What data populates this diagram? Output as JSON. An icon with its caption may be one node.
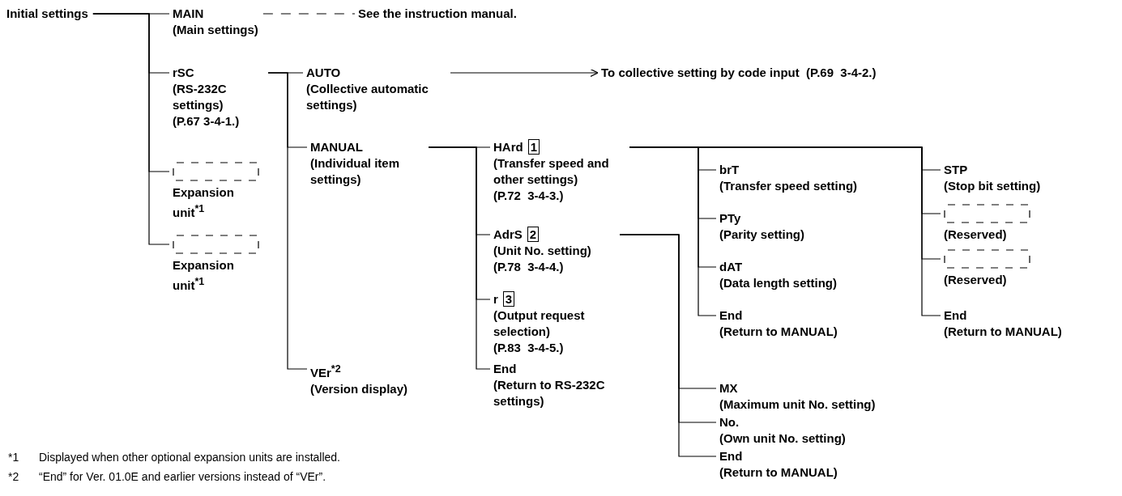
{
  "diagram": {
    "nodes": [
      {
        "text": [
          "Initial settings"
        ]
      },
      {
        "text": [
          "MAIN",
          "(Main settings)"
        ]
      },
      {
        "text": [
          "See the instruction manual."
        ]
      },
      {
        "text": [
          "rSC",
          "(RS-232C settings)",
          "(P.67 3-4-1.)"
        ]
      },
      {
        "text": [
          "Expansion unit$^{*1}$"
        ]
      },
      {
        "text": [
          "Expansion unit$^{*1}$"
        ]
      },
      {
        "text": [
          "AUTO",
          "(Collective automatic settings)"
        ]
      },
      {
        "text": [
          "To collective setting by code input  (P.69  3-4-2.)"
        ]
      },
      {
        "text": [
          "MANUAL",
          "(Individual item settings)"
        ]
      },
      {
        "text": [
          "VEr$^{*2}$",
          "(Version display)"
        ]
      },
      {
        "text": [
          "HArd",
          "1",
          "(Transfer speed and other settings)",
          "(P.72  3-4-3.)"
        ]
      },
      {
        "text": [
          "AdrS",
          "2",
          "(Unit No. setting)",
          "(P.78  3-4-4.)"
        ]
      },
      {
        "text": [
          "r",
          "3",
          "(Output request selection)",
          "(P.83  3-4-5.)"
        ]
      },
      {
        "text": [
          "End",
          "(Return to RS-232C settings)"
        ]
      },
      {
        "text": [
          "brT",
          "(Transfer speed setting)"
        ]
      },
      {
        "text": [
          "PTy",
          "(Parity setting)"
        ]
      },
      {
        "text": [
          "dAT",
          "(Data length setting)"
        ]
      },
      {
        "text": [
          "End",
          "(Return to MANUAL)"
        ]
      },
      {
        "text": [
          "STP",
          "(Stop bit setting)"
        ]
      },
      {
        "text": [
          "(Reserved)"
        ]
      },
      {
        "text": [
          "(Reserved)"
        ]
      },
      {
        "text": [
          "End",
          "(Return to MANUAL)"
        ]
      },
      {
        "text": [
          "MX",
          "(Maximum unit No. setting)"
        ]
      },
      {
        "text": [
          "No.",
          "(Own unit No. setting)"
        ]
      },
      {
        "text": [
          "End",
          "(Return to MANUAL)"
        ]
      }
    ],
    "edges": [
      {
        "from": 0,
        "to": 1,
        "arrow": "none"
      },
      {
        "from": 0,
        "to": 3,
        "arrow": "none"
      },
      {
        "from": 0,
        "to": 4,
        "arrow": "none"
      },
      {
        "from": 0,
        "to": 5,
        "arrow": "none"
      },
      {
        "from": 1,
        "to": 2,
        "arrow": "none",
        "style": "dashed"
      },
      {
        "from": 3,
        "to": 6,
        "arrow": "none"
      },
      {
        "from": 3,
        "to": 8,
        "arrow": "none"
      },
      {
        "from": 3,
        "to": 9,
        "arrow": "none"
      },
      {
        "from": 6,
        "to": 7,
        "arrow": "to"
      },
      {
        "from": 8,
        "to": 10,
        "arrow": "none"
      },
      {
        "from": 8,
        "to": 11,
        "arrow": "none"
      },
      {
        "from": 8,
        "to": 12,
        "arrow": "none"
      },
      {
        "from": 8,
        "to": 13,
        "arrow": "none"
      },
      {
        "from": 10,
        "to": 14,
        "arrow": "none"
      },
      {
        "from": 10,
        "to": 15,
        "arrow": "none"
      },
      {
        "from": 10,
        "to": 16,
        "arrow": "none"
      },
      {
        "from": 10,
        "to": 17,
        "arrow": "none"
      },
      {
        "from": 10,
        "to": 18,
        "arrow": "none"
      },
      {
        "from": 10,
        "to": 19,
        "arrow": "none"
      },
      {
        "from": 10,
        "to": 20,
        "arrow": "none"
      },
      {
        "from": 10,
        "to": 21,
        "arrow": "none"
      },
      {
        "from": 11,
        "to": 22,
        "arrow": "none"
      },
      {
        "from": 11,
        "to": 23,
        "arrow": "none"
      },
      {
        "from": 11,
        "to": 24,
        "arrow": "none"
      }
    ],
    "labels": [
      "*1",
      "Displayed when other optional expansion units are installed.",
      "*2",
      "“End” for Ver. 01.0E and earlier versions instead of “VEr”."
    ]
  }
}
